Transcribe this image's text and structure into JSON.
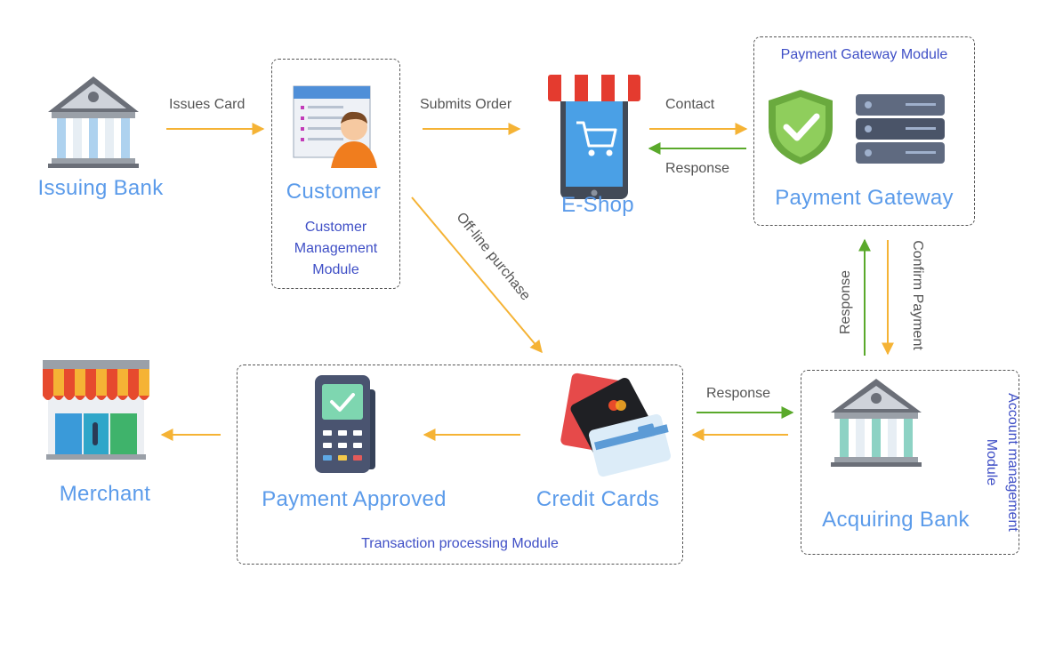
{
  "nodes": {
    "issuing_bank": "Issuing Bank",
    "customer": "Customer",
    "eshop": "E-Shop",
    "payment_gateway": "Payment Gateway",
    "acquiring_bank": "Acquiring Bank",
    "credit_cards": "Credit Cards",
    "payment_approved": "Payment Approved",
    "merchant": "Merchant"
  },
  "modules": {
    "customer_line1": "Customer",
    "customer_line2": "Management",
    "customer_line3": "Module",
    "payment_gateway": "Payment Gateway Module",
    "transaction": "Transaction processing Module",
    "account_line1": "Account management",
    "account_line2": "Module"
  },
  "edges": {
    "issues_card": "Issues Card",
    "submits_order": "Submits Order",
    "contact": "Contact",
    "response_gateway": "Response",
    "offline_purchase": "Off-line purchase",
    "response_vertical": "Response",
    "confirm_payment": "Confirm Payment",
    "response_bank": "Response"
  },
  "colors": {
    "node_label": "#5b9bea",
    "module_label": "#3f4fc6",
    "arrow_orange": "#f5b335",
    "arrow_green": "#5aa92b",
    "box_border": "#555555"
  },
  "icons": [
    "bank-icon",
    "customer-card-icon",
    "eshop-tablet-icon",
    "shield-check-icon",
    "server-icon",
    "bank-icon",
    "credit-cards-icon",
    "pos-terminal-icon",
    "storefront-icon"
  ]
}
